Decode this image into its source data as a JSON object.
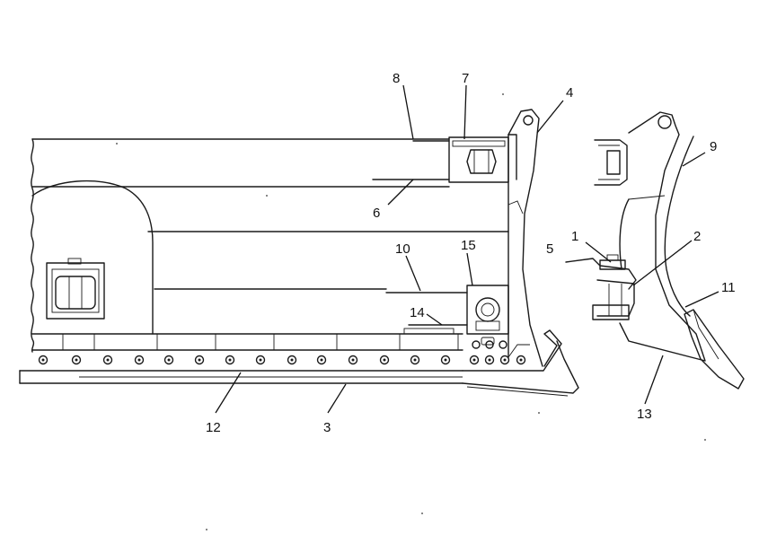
{
  "labels": [
    {
      "id": "1",
      "text": "1"
    },
    {
      "id": "2",
      "text": "2"
    },
    {
      "id": "3",
      "text": "3"
    },
    {
      "id": "4",
      "text": "4"
    },
    {
      "id": "5",
      "text": "5"
    },
    {
      "id": "6",
      "text": "6"
    },
    {
      "id": "7",
      "text": "7"
    },
    {
      "id": "8",
      "text": "8"
    },
    {
      "id": "9",
      "text": "9"
    },
    {
      "id": "10",
      "text": "10"
    },
    {
      "id": "11",
      "text": "11"
    },
    {
      "id": "12",
      "text": "12"
    },
    {
      "id": "13",
      "text": "13"
    },
    {
      "id": "14",
      "text": "14"
    },
    {
      "id": "15",
      "text": "15"
    }
  ]
}
